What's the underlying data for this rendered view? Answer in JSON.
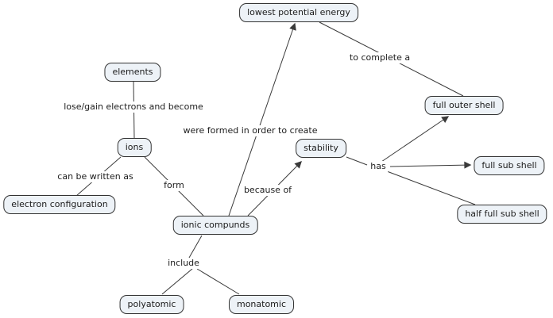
{
  "diagram": {
    "colors": {
      "background": "#ffffff",
      "node_fill": "#edf2f7",
      "node_border": "#333333",
      "line_color": "#3a3a3a",
      "text_color": "#1c1c1c"
    },
    "nodes": {
      "lowest_potential_energy": {
        "label": "lowest potential energy"
      },
      "elements": {
        "label": "elements"
      },
      "ions": {
        "label": "ions"
      },
      "electron_configuration": {
        "label": "electron configuration"
      },
      "ionic_compunds": {
        "label": "ionic compunds"
      },
      "stability": {
        "label": "stability"
      },
      "full_outer_shell": {
        "label": "full outer shell"
      },
      "full_sub_shell": {
        "label": "full sub shell"
      },
      "half_full_sub_shell": {
        "label": "half full sub shell"
      },
      "polyatomic": {
        "label": "polyatomic"
      },
      "monatomic": {
        "label": "monatomic"
      }
    },
    "edge_labels": {
      "lose_gain": "lose/gain electrons and become",
      "were_formed": "were formed in order to create",
      "to_complete_a": "to complete a",
      "can_be_written_as": "can be written as",
      "form": "form",
      "because_of": "because of",
      "has": "has",
      "include": "include"
    }
  }
}
